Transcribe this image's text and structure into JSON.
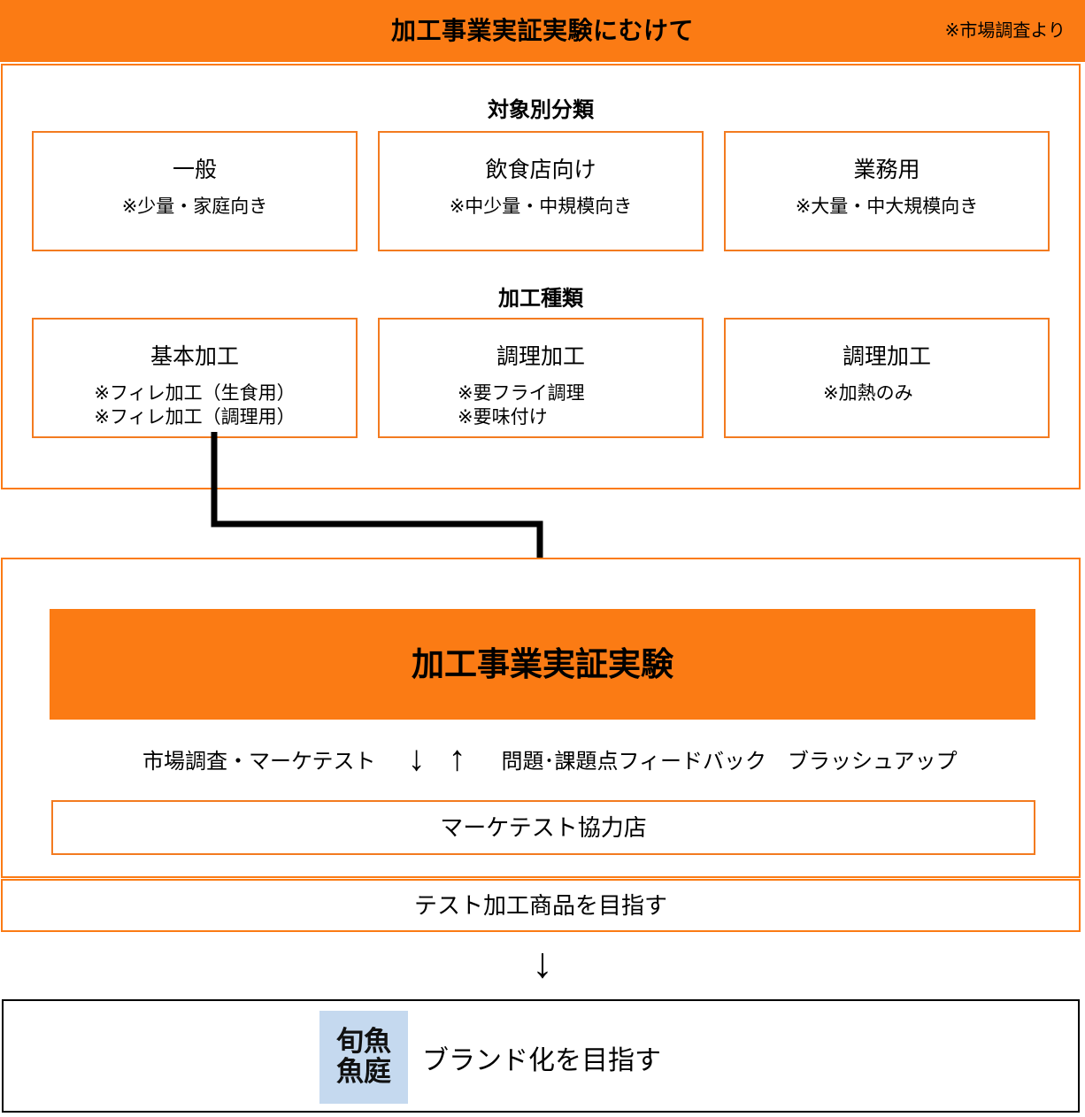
{
  "header": {
    "title": "加工事業実証実験にむけて",
    "note": "※市場調査より"
  },
  "classification": {
    "heading_target": "対象別分類",
    "heading_process": "加工種類",
    "target_cards": [
      {
        "title": "一般",
        "sub": "※少量・家庭向き"
      },
      {
        "title": "飲食店向け",
        "sub": "※中少量・中規模向き"
      },
      {
        "title": "業務用",
        "sub": "※大量・中大規模向き"
      }
    ],
    "process_cards": [
      {
        "title": "基本加工",
        "sub_line1": "※フィレ加工（生食用）",
        "sub_line2": "※フィレ加工（調理用）"
      },
      {
        "title": "調理加工",
        "sub_line1": "※要フライ調理",
        "sub_line2": "※要味付け"
      },
      {
        "title": "調理加工",
        "sub_line1": "※加熱のみ",
        "sub_line2": ""
      }
    ]
  },
  "experiment": {
    "banner_label": "加工事業実証実験",
    "flow_left_label": "市場調査・マーケテスト",
    "flow_arrow_down": "↓",
    "flow_arrow_up": "↑",
    "flow_right_label": "問題･課題点フィードバック　ブラッシュアップ",
    "partner_label": "マーケテスト協力店"
  },
  "goal": {
    "label": "テスト加工商品を目指す",
    "arrow": "↓"
  },
  "brand": {
    "logo_line1": "旬魚",
    "logo_line2": "魚庭",
    "label": "ブランド化を目指す"
  },
  "colors": {
    "orange_banner": "#FB7B14",
    "orange_border": "#F37B20",
    "logo_blue": "#C5D9EF",
    "black": "#000000"
  }
}
